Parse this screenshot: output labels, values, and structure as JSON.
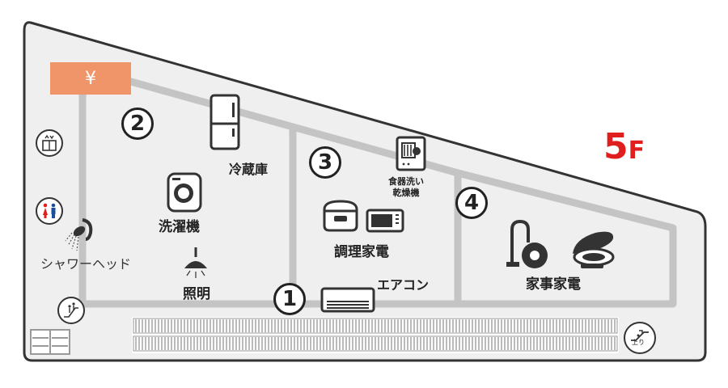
{
  "floor": {
    "number": "5",
    "suffix": "F",
    "color": "#e01e1e"
  },
  "cashier": {
    "symbol": "¥",
    "color": "#f0956a"
  },
  "zones": [
    {
      "id": "1",
      "label": "エアコン"
    },
    {
      "id": "2",
      "label": "冷蔵庫"
    },
    {
      "id": "3",
      "label": "調理家電"
    },
    {
      "id": "4",
      "label": "家事家電"
    }
  ],
  "areas": {
    "washing": "洗濯機",
    "lighting": "照明",
    "dishwasher": "食器洗い\n乾燥機",
    "shower": "シャワーヘッド"
  },
  "escalator": {
    "label": "上り"
  },
  "colors": {
    "floor_bg": "#efefef",
    "outline": "#333333",
    "aisle": "#c4c4c4",
    "shelf": "#a8a8a8"
  },
  "icons": [
    "yen-icon",
    "elevator-icon",
    "restroom-icon",
    "escalator-icon",
    "escalator-up-icon",
    "stairs-icon",
    "refrigerator-icon",
    "washing-machine-icon",
    "ceiling-lamp-icon",
    "dishwasher-icon",
    "rice-cooker-icon",
    "microwave-icon",
    "air-conditioner-icon",
    "vacuum-cleaner-icon",
    "toilet-seat-icon",
    "shower-head-icon"
  ]
}
